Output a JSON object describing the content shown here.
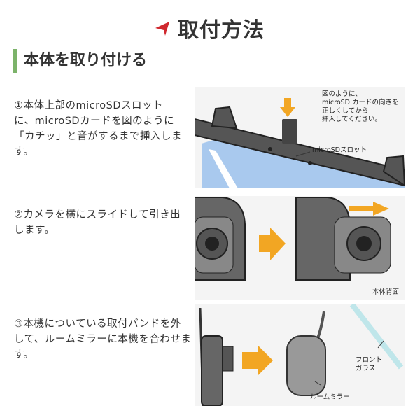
{
  "header": {
    "title": "取付方法",
    "accent_color": "#d0282e"
  },
  "section": {
    "title": "本体を取り付ける",
    "bar_color": "#7cb36a"
  },
  "steps": [
    {
      "lines": [
        "①本体上部のmicroSDスロット",
        "に、microSDカードを図のように",
        "「カチッ」と音がするまで挿入しま",
        "す。"
      ]
    },
    {
      "lines": [
        "②カメラを横にスライドして引き出",
        "します。"
      ]
    },
    {
      "lines": [
        "③本機についている取付バンドを外",
        "して、ルームミラーに本機を合わせま",
        "す。"
      ]
    }
  ],
  "figures": {
    "fig1": {
      "note": [
        "図のように、",
        "microSD カードの向きを",
        "正しくしてから",
        "挿入してください。"
      ],
      "slot_label": "microSDスロット"
    },
    "fig2": {
      "caption": "本体背面"
    },
    "fig3": {
      "windshield": [
        "フロント",
        "ガラス"
      ],
      "mirror_label": "ルームミラー"
    }
  }
}
